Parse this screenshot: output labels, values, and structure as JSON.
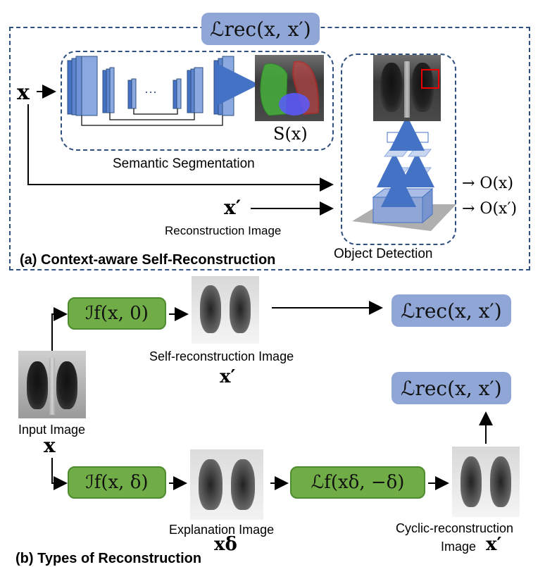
{
  "top_panel": {
    "loss_label": "ℒrec(x, x′)",
    "input_label": "x",
    "seg_output_label": "S(x)",
    "seg_caption": "Semantic Segmentation",
    "ellipsis": "···",
    "recon_symbol": "x′",
    "recon_caption": "Reconstruction Image",
    "det_caption": "Object Detection",
    "out_x": "→ O(x)",
    "out_xp": "→ O(x′)",
    "panel_title": "(a) Context-aware Self-Reconstruction"
  },
  "bottom_panel": {
    "if_x0": "ℐf(x, 0)",
    "self_recon_caption": "Self-reconstruction Image",
    "self_recon_symbol": "x′",
    "loss_top": "ℒrec(x, x′)",
    "loss_mid": "ℒrec(x, x′)",
    "input_caption": "Input Image",
    "input_symbol": "x",
    "if_xdelta": "ℐf(x, δ)",
    "expl_caption": "Explanation Image",
    "expl_symbol": "xδ",
    "lf_label": "ℒf(xδ, −δ)",
    "cyc_caption_1": "Cyclic-reconstruction",
    "cyc_caption_2": "Image",
    "cyc_symbol": "x′",
    "panel_title_cut": "(b) Types of Reconstruction"
  },
  "colors": {
    "loss_box": "#8fa6d6",
    "func_box": "#70ad47",
    "dash": "#2f4f7f",
    "unet_block": "#4472c4"
  }
}
